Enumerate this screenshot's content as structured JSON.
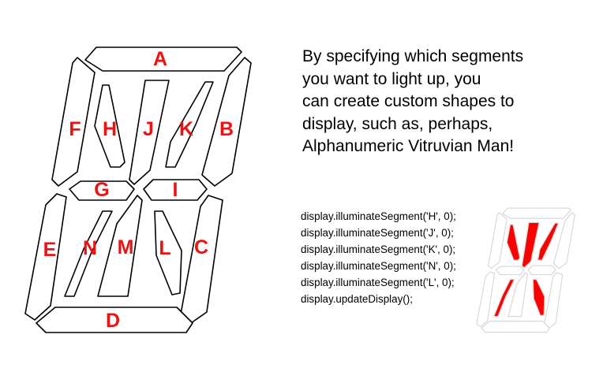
{
  "colors": {
    "segment_label": "#ee1111",
    "segment_lit": "#ff0000",
    "segment_outline": "#000000",
    "mini_outline": "#d8d8d8"
  },
  "segments": [
    {
      "id": "A",
      "label": "A"
    },
    {
      "id": "B",
      "label": "B"
    },
    {
      "id": "C",
      "label": "C"
    },
    {
      "id": "D",
      "label": "D"
    },
    {
      "id": "E",
      "label": "E"
    },
    {
      "id": "F",
      "label": "F"
    },
    {
      "id": "G",
      "label": "G"
    },
    {
      "id": "I",
      "label": "I"
    },
    {
      "id": "H",
      "label": "H"
    },
    {
      "id": "J",
      "label": "J"
    },
    {
      "id": "K",
      "label": "K"
    },
    {
      "id": "N",
      "label": "N"
    },
    {
      "id": "M",
      "label": "M"
    },
    {
      "id": "L",
      "label": "L"
    }
  ],
  "description": {
    "lines": [
      "By specifying which segments",
      "you want to light up, you",
      "can create custom shapes to",
      "display, such as, perhaps,",
      "Alphanumeric Vitruvian Man!"
    ]
  },
  "code": {
    "lines": [
      "display.illuminateSegment('H', 0);",
      "display.illuminateSegment('J', 0);",
      "display.illuminateSegment('K', 0);",
      "display.illuminateSegment('N', 0);",
      "display.illuminateSegment('L', 0);",
      "display.updateDisplay();"
    ]
  },
  "preview": {
    "lit_segments": [
      "H",
      "J",
      "K",
      "N",
      "L"
    ]
  }
}
